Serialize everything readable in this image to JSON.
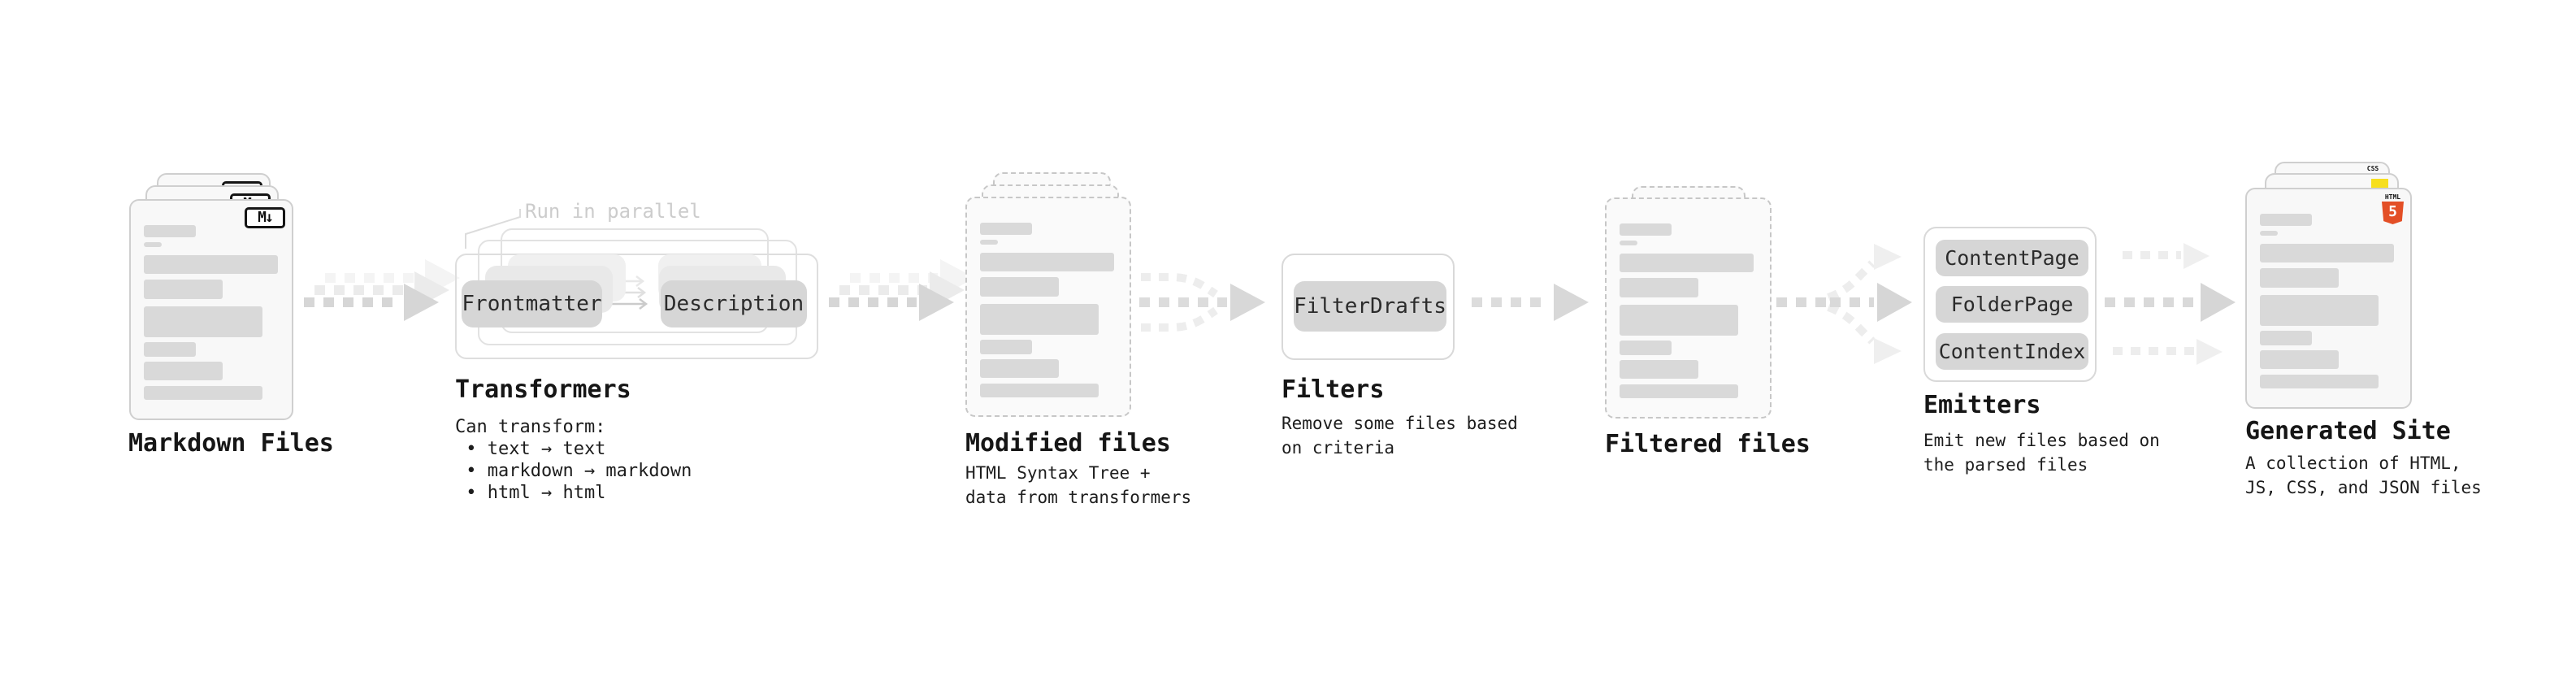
{
  "diagram": {
    "markdown_files": {
      "title": "Markdown Files",
      "badge": "M↓"
    },
    "transformers": {
      "title": "Transformers",
      "annotation": "Run in parallel",
      "box_left": "Frontmatter",
      "box_right": "Description",
      "description_lines": [
        "Can transform:",
        " • text → text",
        " • markdown → markdown",
        " • html → html"
      ]
    },
    "modified_files": {
      "title": "Modified files",
      "subtitle_lines": [
        "HTML Syntax Tree +",
        "data from transformers"
      ]
    },
    "filters": {
      "title": "Filters",
      "item": "FilterDrafts",
      "subtitle_lines": [
        "Remove some files based",
        "on criteria"
      ]
    },
    "filtered_files": {
      "title": "Filtered files"
    },
    "emitters": {
      "title": "Emitters",
      "items": [
        "ContentPage",
        "FolderPage",
        "ContentIndex"
      ],
      "subtitle_lines": [
        "Emit new files based on",
        "the parsed files"
      ]
    },
    "generated_site": {
      "title": "Generated Site",
      "subtitle_lines": [
        "A collection of HTML,",
        "JS, CSS, and JSON files"
      ],
      "badges": {
        "css_label": "CSS",
        "html_label": "HTML",
        "html_number": "5"
      }
    }
  },
  "colors": {
    "html5_orange": "#e34f26",
    "js_yellow": "#f7df1e",
    "css_blue": "#2965f1",
    "bar_fill": "#d9d9d9",
    "arrow_dark": "#d6d6d6",
    "arrow_light": "#ededed",
    "annotation_gray": "#cccccc"
  },
  "decor": {
    "file_bars": [
      [
        30,
        64,
        15
      ],
      [
        51,
        22,
        6
      ],
      [
        67,
        165,
        23
      ],
      [
        97,
        97,
        24
      ],
      [
        130,
        146,
        38
      ],
      [
        174,
        64,
        18
      ],
      [
        198,
        97,
        23
      ],
      [
        228,
        146,
        17
      ]
    ]
  }
}
